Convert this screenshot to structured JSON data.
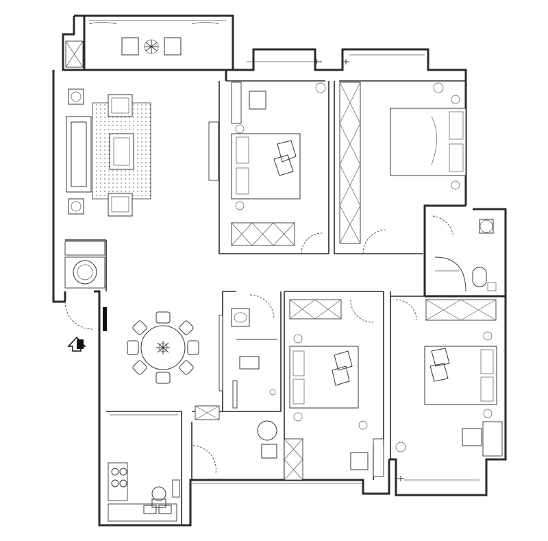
{
  "plan": {
    "rooms": [
      "living-room",
      "dining-area",
      "kitchen",
      "bedroom-1",
      "bedroom-2",
      "bedroom-3",
      "bedroom-4",
      "bathroom-1",
      "bathroom-2",
      "balcony"
    ],
    "entrance_marker": "entrance-arrow-icon"
  }
}
